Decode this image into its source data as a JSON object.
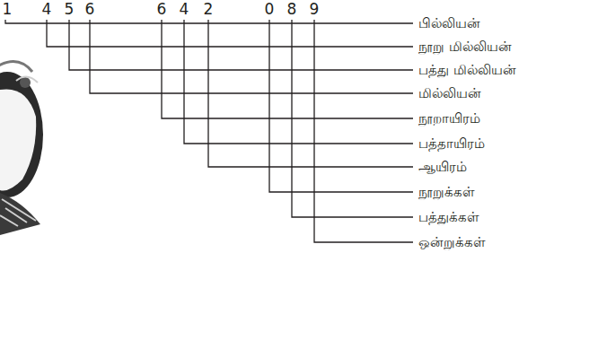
{
  "diagram": {
    "labels": [
      "1",
      "4",
      "5",
      "6",
      "6",
      "4",
      "2",
      "0",
      "8",
      "9",
      "பில்லியன்",
      "நூறு மில்லியன்",
      "பத்து மில்லியன்",
      "மில்லியன்",
      "நூறாயிரம்",
      "பத்தாயிரம்",
      "ஆயிரம்",
      "நூறுக்கள்",
      "பத்துக்கள்",
      "ஒன்றுக்கள்"
    ]
  }
}
